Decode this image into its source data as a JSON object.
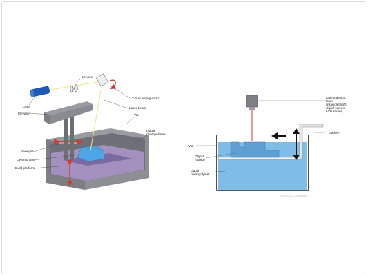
{
  "sla_diagram": {
    "labels": {
      "lenses": "Lenses",
      "scanning_mirror": "X-Y scanning mirror",
      "laser": "Laser",
      "laser_beam": "Laser beam",
      "elevator": "Elevator",
      "vat": "Vat",
      "liquid_photopolymer_line1": "Liquid",
      "liquid_photopolymer_line2": "photopolymer",
      "sweeper": "Sweeper",
      "layered_part": "Layered part",
      "build_platform": "Build platform"
    }
  },
  "dlp_diagram": {
    "labels": {
      "curing_device_line1": "Curing device:",
      "curing_device_line2": "laser,",
      "curing_device_line3": "ultraviolet light,",
      "curing_device_line4": "digital screen,",
      "curing_device_line5": "LCD screen, ...",
      "y_platform": "Y platform",
      "vat": "Vat",
      "object_line1": "Object",
      "object_line2": "(cured)",
      "liquid_line1": "Liquid",
      "liquid_line2": "photopolymer"
    },
    "credit": "CC BY-SA 4.0 Lawrence"
  },
  "colors": {
    "steel": "#8a8a91",
    "steel_dark": "#6e6e75",
    "resin": "#b49bd6",
    "laser_blue": "#1e5ab4",
    "water": "#7fbde6",
    "arrow_red": "#d23a32",
    "laser_red": "#e0303a"
  }
}
